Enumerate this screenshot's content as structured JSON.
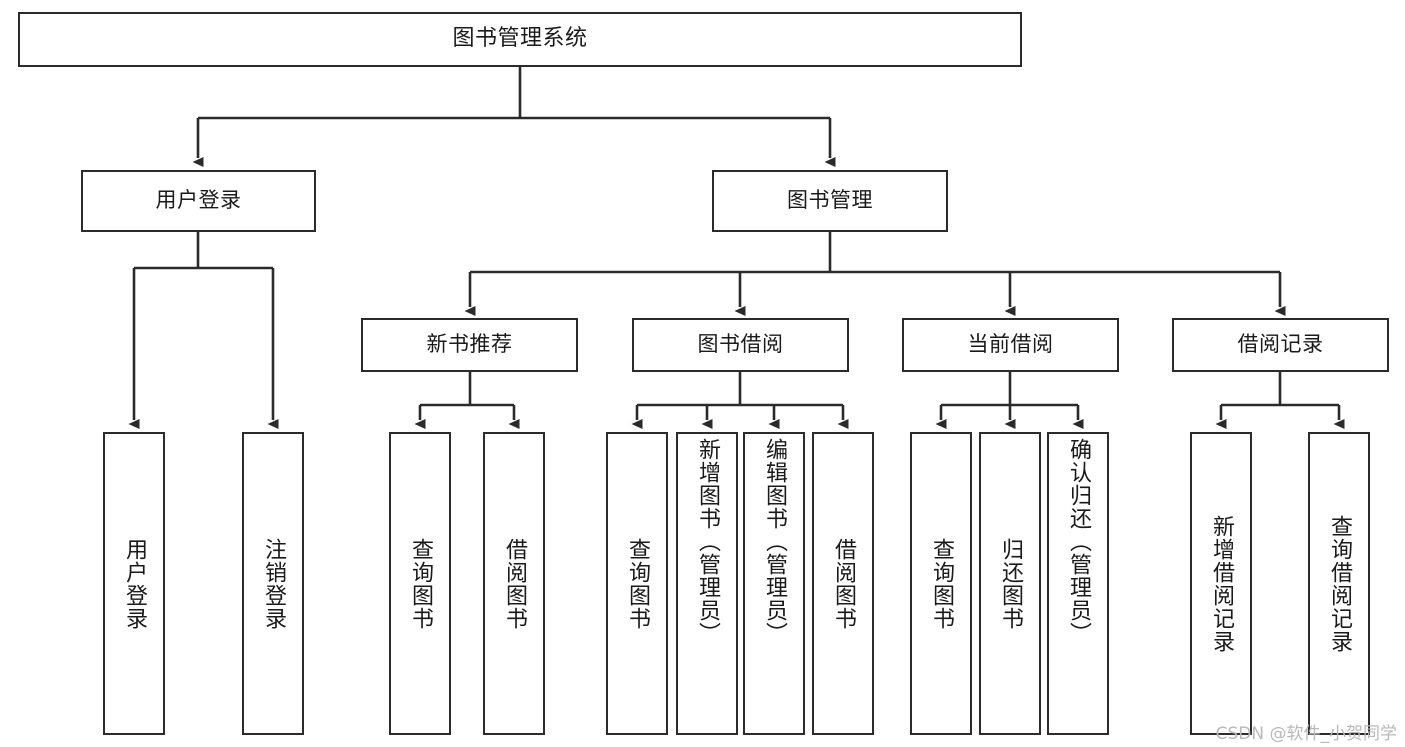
{
  "diagram": {
    "title": "图书管理系统",
    "type": "tree-hierarchy-functional-decomposition",
    "root": {
      "id": "root",
      "label": "图书管理系统"
    },
    "level2": [
      {
        "id": "user-login",
        "label": "用户登录"
      },
      {
        "id": "book-management",
        "label": "图书管理"
      }
    ],
    "level3": [
      {
        "id": "new-book-recommend",
        "label": "新书推荐"
      },
      {
        "id": "book-borrow",
        "label": "图书借阅"
      },
      {
        "id": "current-borrow",
        "label": "当前借阅"
      },
      {
        "id": "borrow-record",
        "label": "借阅记录"
      }
    ],
    "leaves": {
      "user_login": [
        {
          "id": "leaf-user-login",
          "label": "用户登录"
        },
        {
          "id": "leaf-logout-login",
          "label": "注销登录"
        }
      ],
      "new_book_recommend": [
        {
          "id": "leaf-query-book-1",
          "label": "查询图书"
        },
        {
          "id": "leaf-borrow-book-1",
          "label": "借阅图书"
        }
      ],
      "book_borrow": [
        {
          "id": "leaf-query-book-2",
          "label": "查询图书"
        },
        {
          "id": "leaf-add-book",
          "label": "新增图书（管理员）"
        },
        {
          "id": "leaf-edit-book",
          "label": "编辑图书（管理员）"
        },
        {
          "id": "leaf-borrow-book-2",
          "label": "借阅图书"
        }
      ],
      "current_borrow": [
        {
          "id": "leaf-query-book-3",
          "label": "查询图书"
        },
        {
          "id": "leaf-return-book",
          "label": "归还图书"
        },
        {
          "id": "leaf-confirm-return",
          "label": "确认归还（管理员）"
        }
      ],
      "borrow_record": [
        {
          "id": "leaf-add-record",
          "label": "新增借阅记录"
        },
        {
          "id": "leaf-query-record",
          "label": "查询借阅记录"
        }
      ]
    }
  },
  "watermark": {
    "text": "CSDN @软件_小贺同学"
  },
  "colors": {
    "stroke": "#2b2b2b",
    "text": "#1a1a1a",
    "background": "#ffffff",
    "watermark": "#b9b9b9"
  }
}
